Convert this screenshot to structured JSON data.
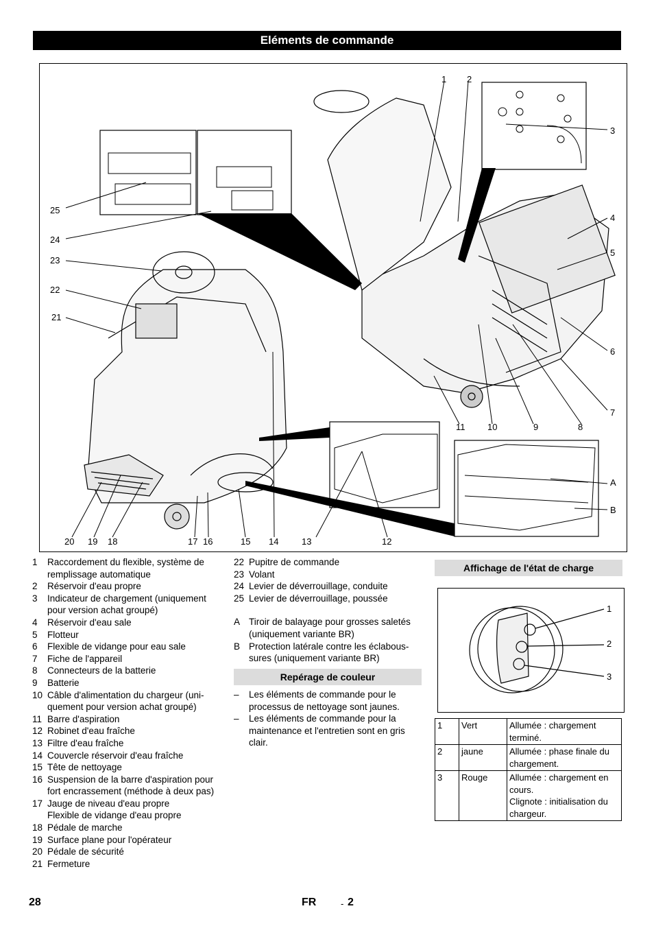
{
  "header": {
    "title": "Eléments de commande"
  },
  "figure": {
    "callouts": {
      "c1": "1",
      "c2": "2",
      "c3": "3",
      "c4": "4",
      "c5": "5",
      "c6": "6",
      "c7": "7",
      "c8": "8",
      "c9": "9",
      "c10": "10",
      "c11": "11",
      "c12": "12",
      "c13": "13",
      "c14": "14",
      "c15": "15",
      "c16": "16",
      "c17": "17",
      "c18": "18",
      "c19": "19",
      "c20": "20",
      "c21": "21",
      "c22": "22",
      "c23": "23",
      "c24": "24",
      "c25": "25",
      "cA": "A",
      "cB": "B"
    }
  },
  "legend_left": [
    {
      "num": "1",
      "text": "Raccordement du flexible, système de remplissage automatique"
    },
    {
      "num": "2",
      "text": "Réservoir d'eau propre"
    },
    {
      "num": "3",
      "text": "Indicateur de chargement (uniquement pour version achat groupé)"
    },
    {
      "num": "4",
      "text": "Réservoir d'eau sale"
    },
    {
      "num": "5",
      "text": "Flotteur"
    },
    {
      "num": "6",
      "text": "Flexible de vidange pour eau sale"
    },
    {
      "num": "7",
      "text": "Fiche de l'appareil"
    },
    {
      "num": "8",
      "text": "Connecteurs de la batterie"
    },
    {
      "num": "9",
      "text": "Batterie"
    },
    {
      "num": "10",
      "text": "Câble d'alimentation du chargeur (uni-quement pour version achat groupé)"
    },
    {
      "num": "11",
      "text": "Barre d'aspiration"
    },
    {
      "num": "12",
      "text": "Robinet d'eau fraîche"
    },
    {
      "num": "13",
      "text": "Filtre d'eau fraîche"
    },
    {
      "num": "14",
      "text": "Couvercle réservoir d'eau fraîche"
    },
    {
      "num": "15",
      "text": "Tête de nettoyage"
    },
    {
      "num": "16",
      "text": "Suspension de la barre d'aspiration pour fort encrassement (méthode à deux pas)"
    },
    {
      "num": "17",
      "text": "Jauge de niveau d'eau propre\nFlexible de vidange d'eau propre"
    },
    {
      "num": "18",
      "text": "Pédale de marche"
    },
    {
      "num": "19",
      "text": "Surface plane pour l'opérateur"
    },
    {
      "num": "20",
      "text": "Pédale de sécurité"
    },
    {
      "num": "21",
      "text": "Fermeture"
    }
  ],
  "legend_mid": [
    {
      "num": "22",
      "text": "Pupitre de commande"
    },
    {
      "num": "23",
      "text": "Volant"
    },
    {
      "num": "24",
      "text": "Levier de déverrouillage, conduite"
    },
    {
      "num": "25",
      "text": "Levier de déverrouillage, poussée"
    }
  ],
  "legend_mid_letters": [
    {
      "num": "A",
      "text": "Tiroir de balayage pour grosses saletés (uniquement variante BR)"
    },
    {
      "num": "B",
      "text": "Protection latérale contre les éclabous-sures (uniquement variante BR)"
    }
  ],
  "color_section": {
    "title": "Repérage de couleur",
    "items": [
      {
        "num": "–",
        "text": "Les éléments de commande pour le processus de nettoyage sont jaunes."
      },
      {
        "num": "–",
        "text": "Les éléments de commande pour la maintenance et l'entretien sont en gris clair."
      }
    ]
  },
  "charge_section": {
    "title": "Affichage de l'état de charge",
    "diagram_labels": {
      "l1": "1",
      "l2": "2",
      "l3": "3"
    },
    "table": [
      {
        "num": "1",
        "color": "Vert",
        "desc": "Allumée : chargement terminé."
      },
      {
        "num": "2",
        "color": "jaune",
        "desc": "Allumée : phase finale du chargement."
      },
      {
        "num": "3",
        "color": "Rouge",
        "desc": "Allumée : chargement en cours.\nClignote : initialisation du chargeur."
      }
    ]
  },
  "footer": {
    "page": "28",
    "lang": "FR",
    "sep": "-",
    "sub": "2"
  }
}
